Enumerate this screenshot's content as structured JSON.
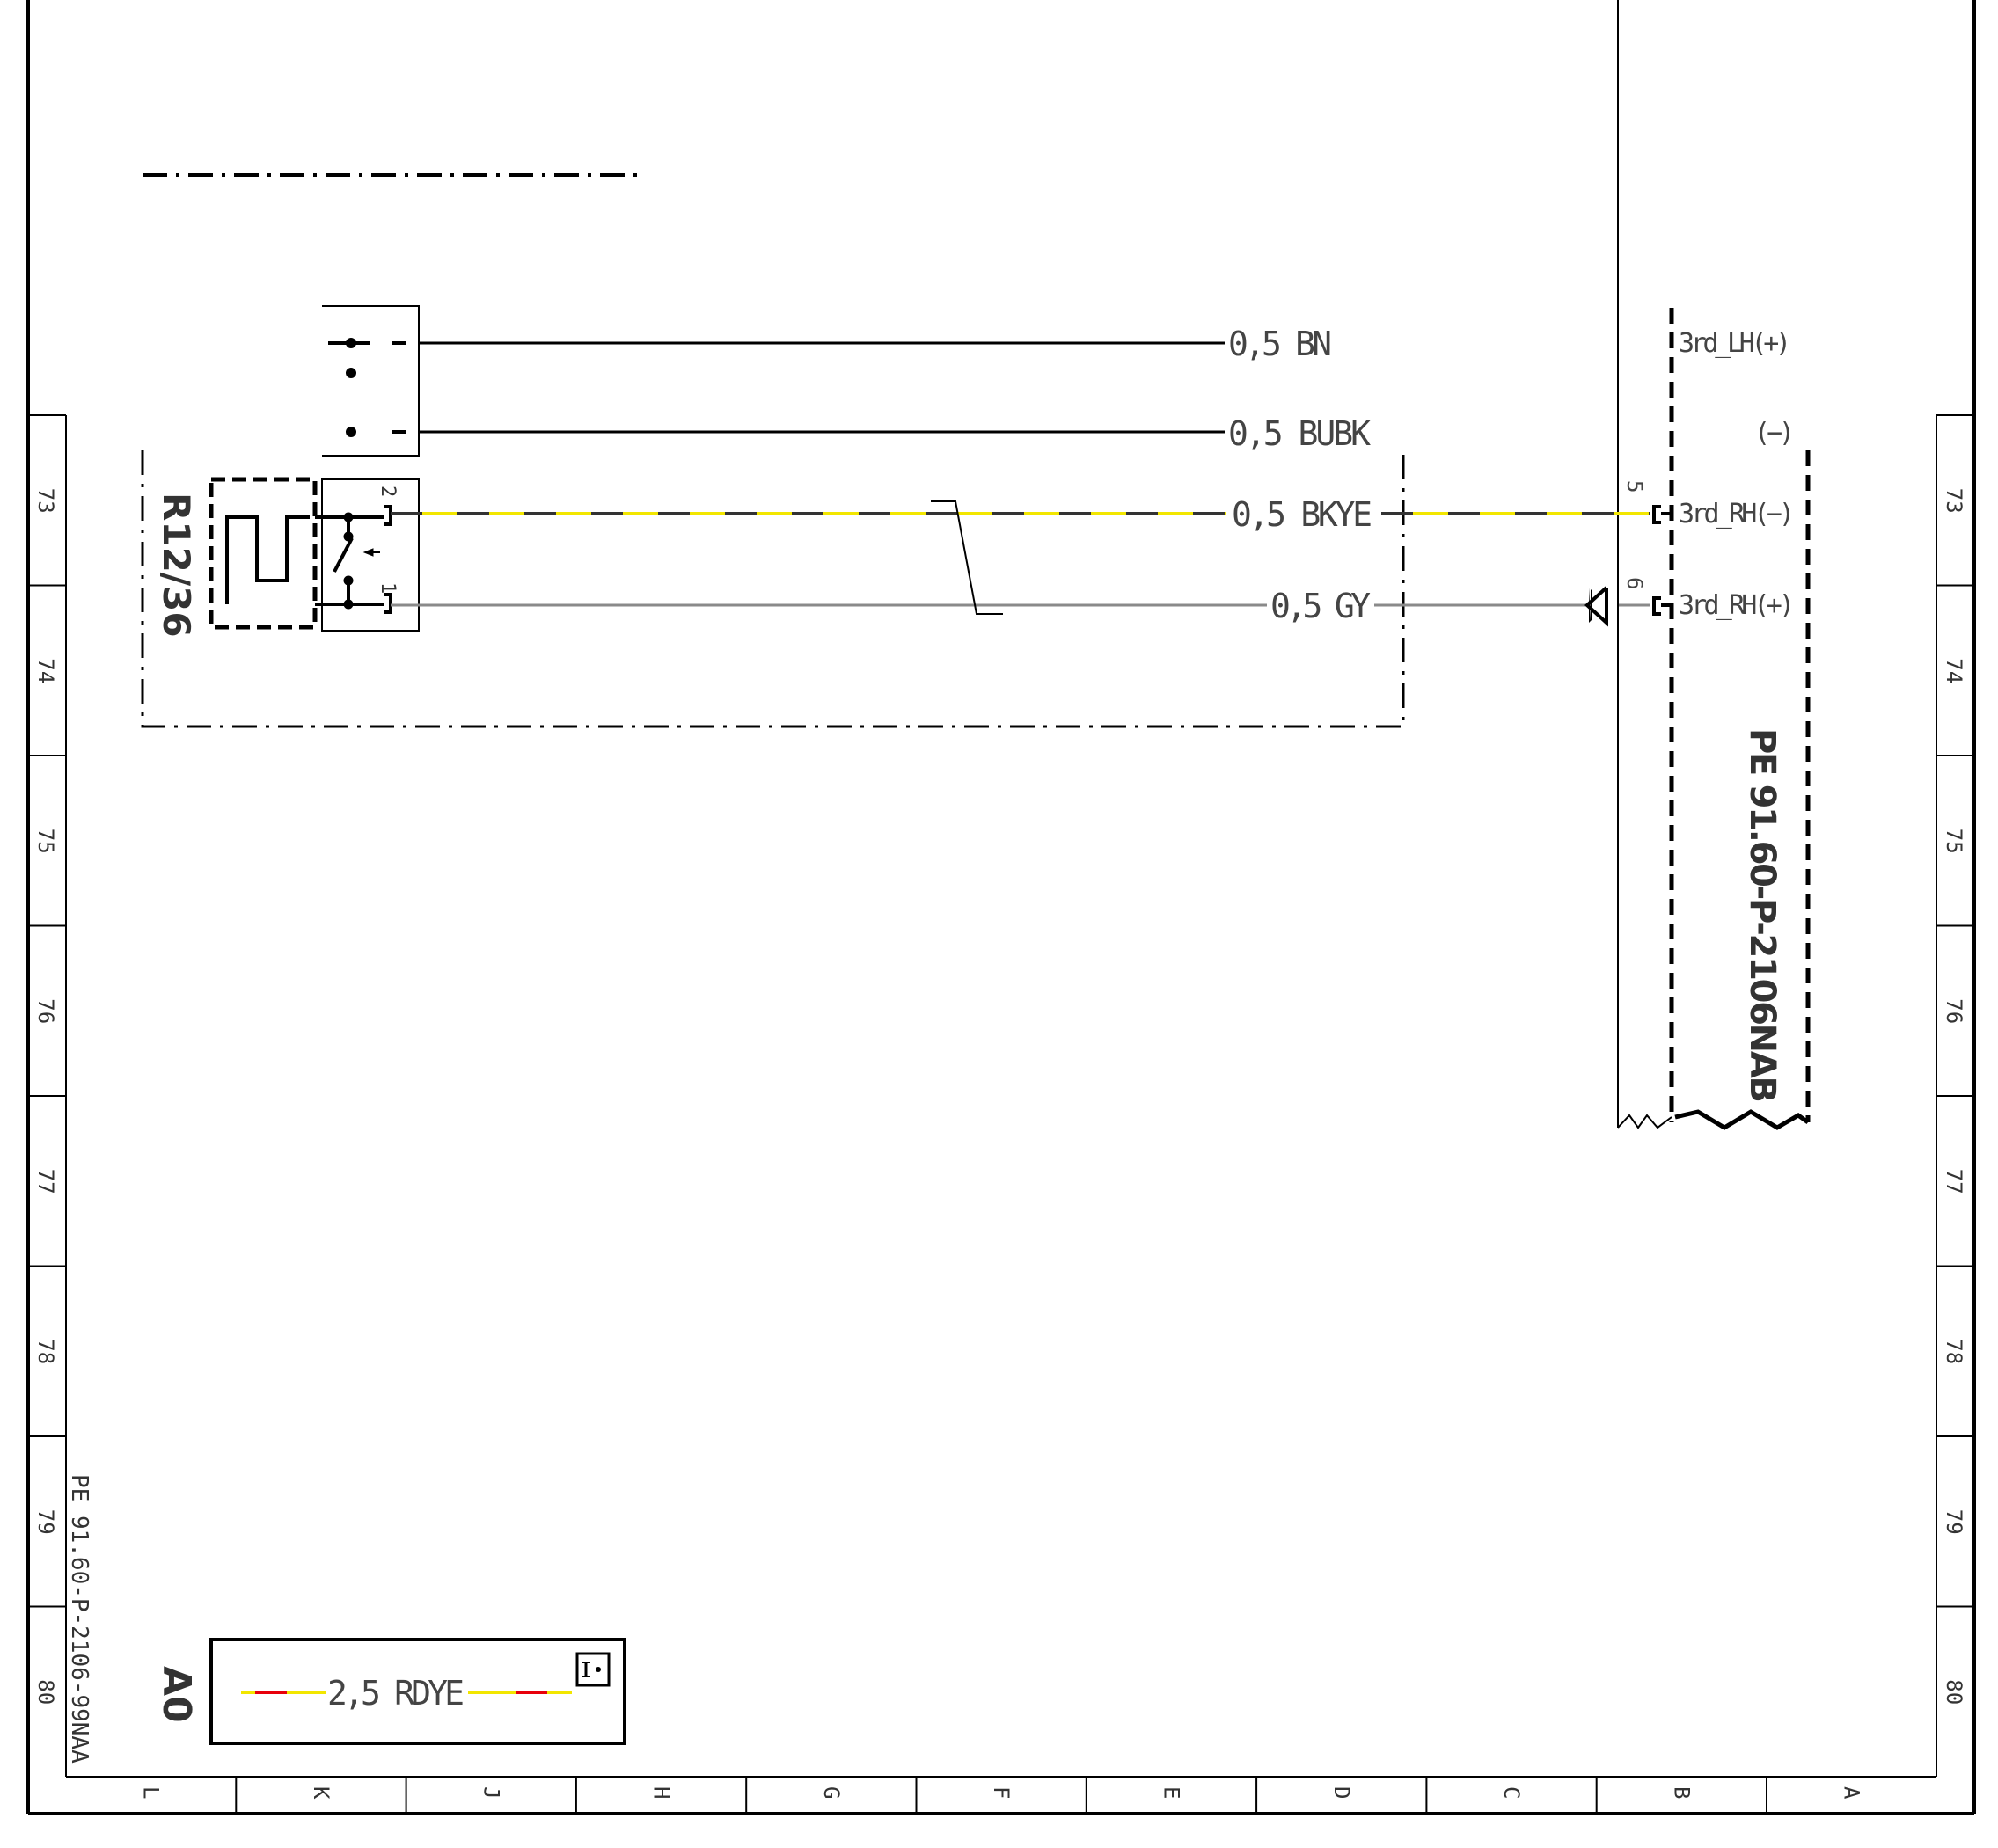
{
  "sheet": {
    "row_numbers": [
      "73",
      "74",
      "75",
      "76",
      "77",
      "78",
      "79",
      "80"
    ],
    "column_letters": [
      "L",
      "K",
      "J",
      "H",
      "G",
      "F",
      "E",
      "D",
      "C",
      "B",
      "A"
    ],
    "page_reference": "PE 91.60-P-2106-99NAA"
  },
  "wires": [
    {
      "id": "bn",
      "label": "0,5 BN",
      "color_primary": "#000000",
      "color_secondary": null
    },
    {
      "id": "bubk",
      "label": "0,5 BUBK",
      "color_primary": "#000000",
      "color_secondary": null
    },
    {
      "id": "bkye",
      "label": "0,5 BKYE",
      "color_primary": "#333333",
      "color_secondary": "#f2e600"
    },
    {
      "id": "gy",
      "label": "0,5 GY",
      "color_primary": "#8a8a8a",
      "color_secondary": null
    }
  ],
  "component": {
    "designation": "R12/36",
    "pin_top": "2",
    "pin_bottom": "1"
  },
  "connector": {
    "reference": "PE 91.60-P-2106NAB",
    "pins": [
      {
        "number": "",
        "label": "3rd_LH(+)"
      },
      {
        "number": "",
        "label": "(−)"
      },
      {
        "number": "5",
        "label": "3rd_RH(−)"
      },
      {
        "number": "6",
        "label": "3rd_RH(+)"
      }
    ]
  },
  "legend": {
    "zone": "A0",
    "wire_label": "2,5 RDYE",
    "color_primary": "#e8000b",
    "color_secondary": "#f2e600",
    "icon": "info-icon"
  }
}
